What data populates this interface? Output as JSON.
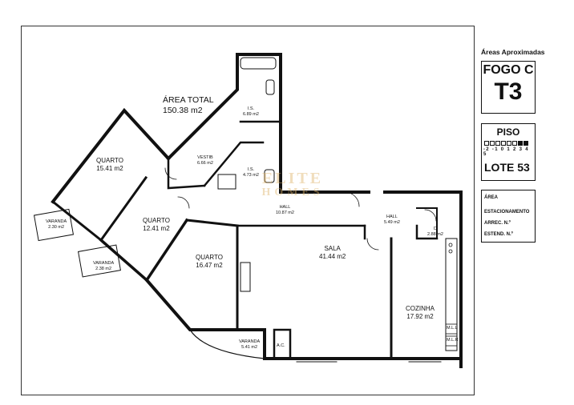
{
  "plan": {
    "total_area_label": "ÁREA TOTAL",
    "total_area_value": "150.38 m2",
    "rooms": [
      {
        "id": "quarto-1",
        "name": "QUARTO",
        "area": "15.41 m2"
      },
      {
        "id": "quarto-2",
        "name": "QUARTO",
        "area": "12.41 m2"
      },
      {
        "id": "quarto-3",
        "name": "QUARTO",
        "area": "16.47 m2"
      },
      {
        "id": "sala",
        "name": "SALA",
        "area": "41.44 m2"
      },
      {
        "id": "cozinha",
        "name": "COZINHA",
        "area": "17.92 m2"
      },
      {
        "id": "is-1",
        "name": "I.S.",
        "area": "6.89 m2"
      },
      {
        "id": "is-2",
        "name": "I.S.",
        "area": "4.73 m2"
      },
      {
        "id": "vestib",
        "name": "VESTIB",
        "area": "6.66 m2"
      },
      {
        "id": "hall-1",
        "name": "HALL",
        "area": "10.87 m2"
      },
      {
        "id": "hall-2",
        "name": "HALL",
        "area": "5.49 m2"
      },
      {
        "id": "d",
        "name": "D",
        "area": "2.88 m2"
      },
      {
        "id": "varanda-1",
        "name": "VARANDA",
        "area": "2.30 m2"
      },
      {
        "id": "varanda-2",
        "name": "VARANDA",
        "area": "2.38 m2"
      },
      {
        "id": "varanda-3",
        "name": "VARANDA",
        "area": "5.41 m2"
      }
    ],
    "ac_label": "A.C.",
    "mll_label": "M.L.L",
    "mlr_label": "M.L.R"
  },
  "watermark": {
    "line1": "ELITE",
    "line2": "HOMES"
  },
  "panel": {
    "title": "Áreas Aproximadas",
    "fogo": "FOGO C",
    "tipologia": "T3",
    "piso_label": "PISO",
    "piso_levels": "-2 -1 0 1 2 3 4 5",
    "piso_selected_indices": [
      6,
      7
    ],
    "lote": "LOTE 53",
    "area_heading": "ÁREA",
    "estacionamento": "ESTACIONAMENTO",
    "arrec": "ARREC.   N.º",
    "estend": "ESTEND.   N.º"
  }
}
